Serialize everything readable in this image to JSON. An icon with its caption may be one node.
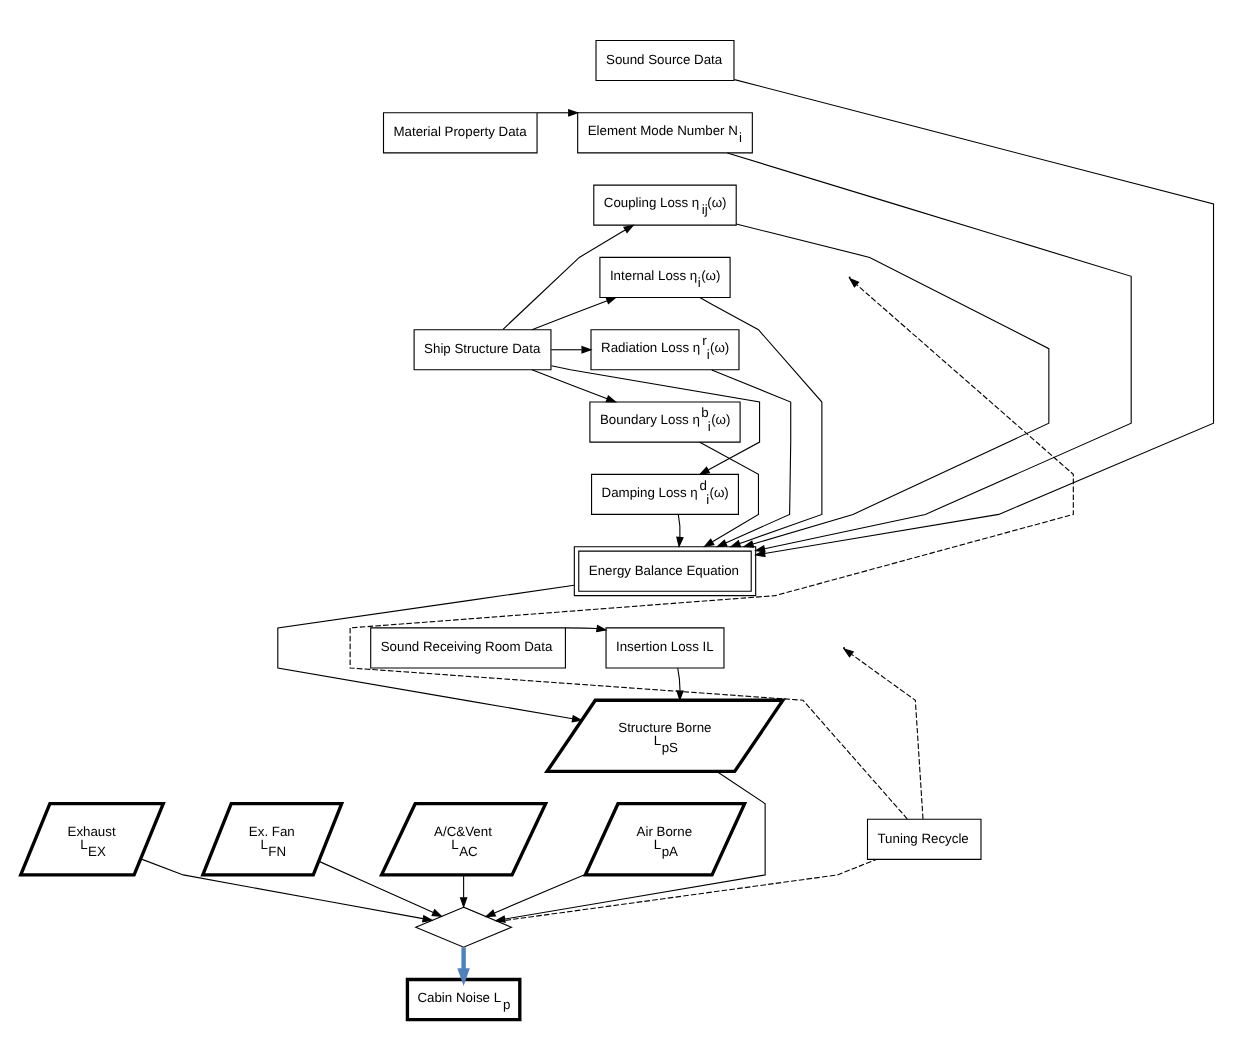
{
  "diagram": {
    "nodes": [
      {
        "text": [
          "Sound Source Data"
        ]
      },
      {
        "text": [
          "Material Property Data"
        ]
      },
      {
        "text": [
          "Element Mode Number N$_{i}$"
        ]
      },
      {
        "text": [
          "Ship Structure Data"
        ]
      },
      {
        "text": [
          "Coupling Loss η$_{ij}$(ω)"
        ]
      },
      {
        "text": [
          "Internal Loss η$_{i}$(ω)"
        ]
      },
      {
        "text": [
          "Radiation Loss η$^{r}$$_{i}$(ω)"
        ]
      },
      {
        "text": [
          "Boundary Loss η$^{b}$$_{i}$(ω)"
        ]
      },
      {
        "text": [
          "Damping Loss η$^{d}$$_{i}$(ω)"
        ]
      },
      {
        "text": [
          "Energy Balance Equation"
        ]
      },
      {
        "text": [
          "Sound Receiving Room Data"
        ]
      },
      {
        "text": [
          "Insertion Loss IL"
        ]
      },
      {
        "text": [
          "Structure Borne",
          "L$_{pS}$"
        ]
      },
      {
        "text": [
          "Tuning Recycle"
        ]
      },
      {
        "text": [
          "Exhaust",
          "L$_{EX}$"
        ]
      },
      {
        "text": [
          "Ex. Fan",
          "L$_{FN}$"
        ]
      },
      {
        "text": [
          "A/C&Vent",
          "L$_{AC}$"
        ]
      },
      {
        "text": [
          "Air Borne",
          "L$_{pA}$"
        ]
      },
      {
        "text": [],
        "shape": "diamond"
      },
      {
        "text": [
          "Cabin Noise L$_{p}$"
        ]
      }
    ],
    "edges": [
      {
        "from": 1,
        "to": 2,
        "arrow": "to"
      },
      {
        "from": 3,
        "to": 4,
        "arrow": "to"
      },
      {
        "from": 3,
        "to": 5,
        "arrow": "to"
      },
      {
        "from": 3,
        "to": 6,
        "arrow": "to"
      },
      {
        "from": 3,
        "to": 7,
        "arrow": "to"
      },
      {
        "from": 3,
        "to": 8,
        "arrow": "to"
      },
      {
        "from": 0,
        "to": 9,
        "arrow": "to"
      },
      {
        "from": 2,
        "to": 9,
        "arrow": "to"
      },
      {
        "from": 4,
        "to": 9,
        "arrow": "to"
      },
      {
        "from": 5,
        "to": 9,
        "arrow": "to"
      },
      {
        "from": 6,
        "to": 9,
        "arrow": "to"
      },
      {
        "from": 7,
        "to": 9,
        "arrow": "to"
      },
      {
        "from": 8,
        "to": 9,
        "arrow": "to"
      },
      {
        "from": 10,
        "to": 11,
        "arrow": "to"
      },
      {
        "from": 9,
        "to": 12,
        "arrow": "to"
      },
      {
        "from": 11,
        "to": 12,
        "arrow": "to"
      },
      {
        "from": 14,
        "to": 18,
        "arrow": "to"
      },
      {
        "from": 15,
        "to": 18,
        "arrow": "to"
      },
      {
        "from": 16,
        "to": 18,
        "arrow": "to"
      },
      {
        "from": 17,
        "to": 18,
        "arrow": "to"
      },
      {
        "from": 12,
        "to": 18,
        "arrow": "to"
      },
      {
        "from": 18,
        "to": 13,
        "arrow": "none",
        "style": "dashed"
      },
      {
        "from": 13,
        "to": null,
        "arrow": "to",
        "style": "dashed"
      },
      {
        "from": 13,
        "to": null,
        "arrow": "to",
        "style": "dashed"
      },
      {
        "from": 18,
        "to": 19,
        "arrow": "to",
        "style": "thick",
        "color": "#4f81bd"
      }
    ]
  }
}
